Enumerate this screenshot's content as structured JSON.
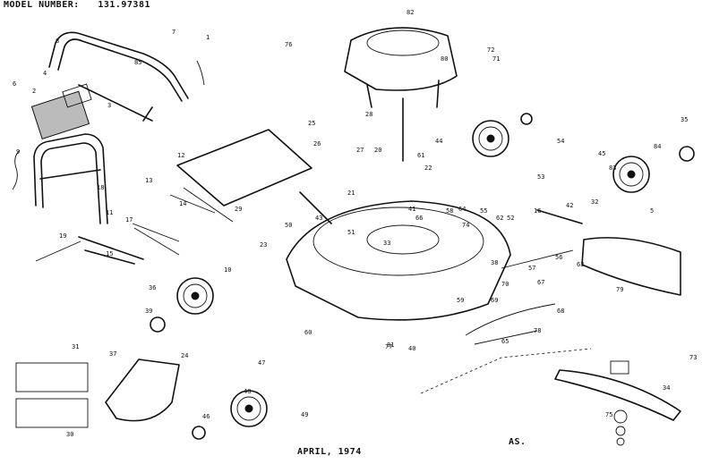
{
  "header": {
    "model_label": "MODEL NUMBER:",
    "model_number": "131.97381"
  },
  "footer": {
    "date": "APRIL, 1974",
    "page_code": "AS."
  },
  "callouts": [
    "1",
    "2",
    "3",
    "4",
    "5",
    "6",
    "7",
    "8",
    "9",
    "10",
    "11",
    "12",
    "13",
    "14",
    "15",
    "16",
    "17",
    "18",
    "19",
    "20",
    "21",
    "22",
    "23",
    "24",
    "25",
    "26",
    "27",
    "28",
    "29",
    "30",
    "31",
    "32",
    "33",
    "34",
    "35",
    "36",
    "37",
    "38",
    "39",
    "40",
    "41",
    "42",
    "43",
    "44",
    "45",
    "46",
    "47",
    "48",
    "49",
    "50",
    "51",
    "52",
    "53",
    "54",
    "55",
    "56",
    "57",
    "58",
    "59",
    "60",
    "61",
    "62",
    "63",
    "64",
    "65",
    "66",
    "67",
    "68",
    "69",
    "70",
    "71",
    "72",
    "73",
    "74",
    "75",
    "76",
    "77",
    "78",
    "79",
    "80",
    "81",
    "82",
    "83",
    "84",
    "85"
  ]
}
